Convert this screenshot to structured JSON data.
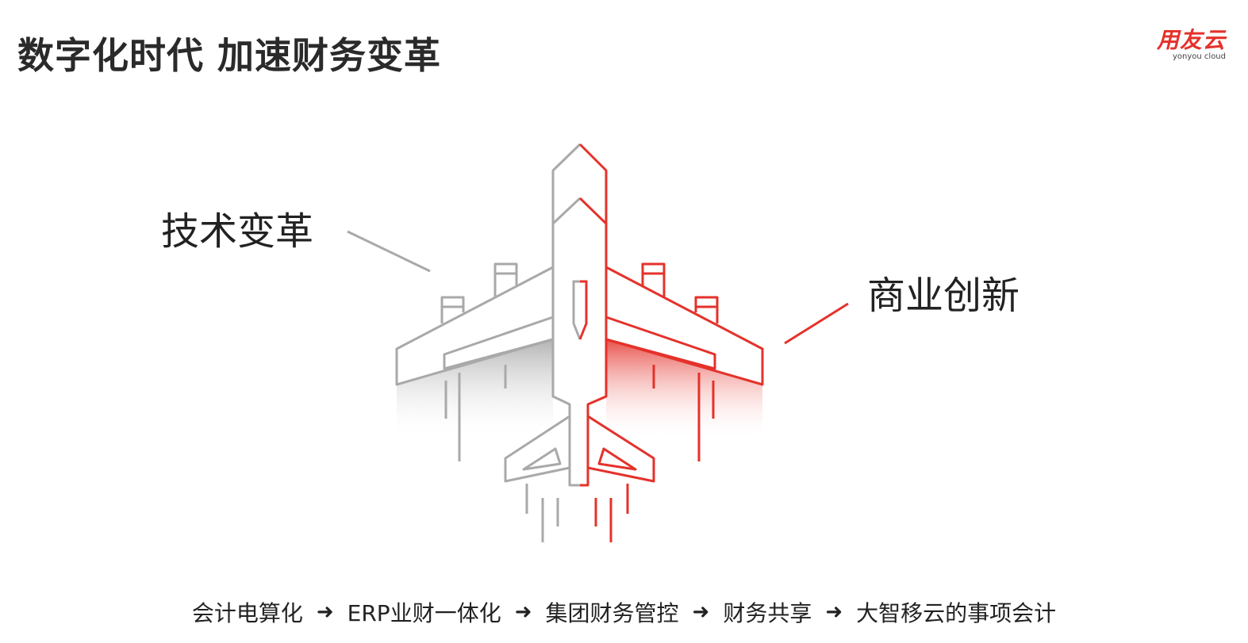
{
  "title": "数字化时代 加速财务变革",
  "logo": {
    "name_cn": "用友云",
    "name_en": "yonyou cloud"
  },
  "labels": {
    "left": "技术变革",
    "right": "商业创新"
  },
  "timeline": {
    "arrow": "➜",
    "steps": [
      "会计电算化",
      "ERP业财一体化",
      "集团财务管控",
      "财务共享",
      "大智移云的事项会计"
    ]
  },
  "colors": {
    "accent_red": "#e4322b",
    "gray_line": "#a9a9a9",
    "text": "#222222"
  },
  "icons": {
    "illustration": "airplane-icon"
  }
}
